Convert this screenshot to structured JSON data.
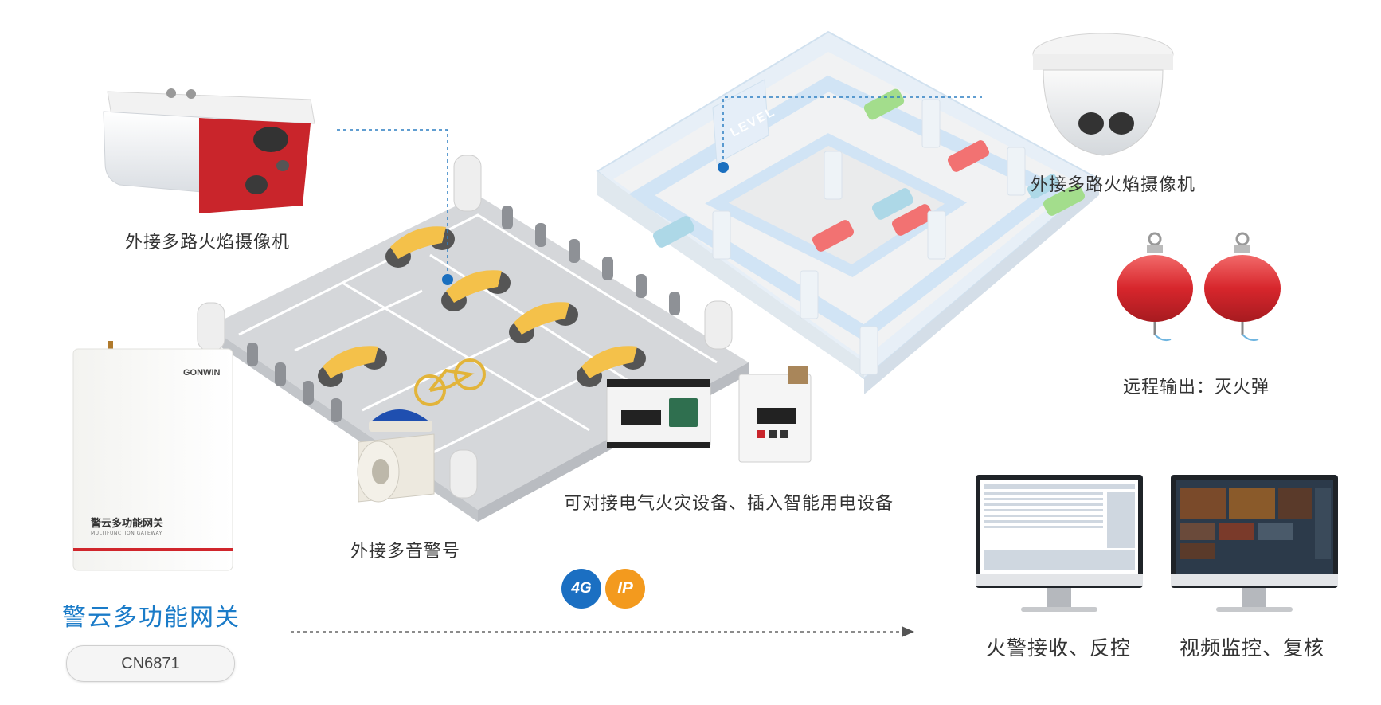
{
  "labels": {
    "bullet_camera": "外接多路火焰摄像机",
    "dome_camera": "外接多路火焰摄像机",
    "extinguisher": "远程输出：灭火弹",
    "electric_devices": "可对接电气火灾设备、插入智能用电设备",
    "siren": "外接多音警号",
    "monitor_left": "火警接收、反控",
    "monitor_right": "视频监控、复核"
  },
  "gateway": {
    "title": "警云多功能网关",
    "model": "CN6871",
    "device_name": "警云多功能网关",
    "device_subtitle": "MULTIFUNCTION GATEWAY",
    "brand": "GONWIN"
  },
  "parking_sign": "LEVEL",
  "badges": {
    "network_4g": "4G",
    "network_ip": "IP"
  },
  "colors": {
    "accent_blue": "#1a7bc8",
    "badge_blue": "#1b6fc2",
    "badge_orange": "#f39a1e",
    "red": "#c9252b"
  }
}
